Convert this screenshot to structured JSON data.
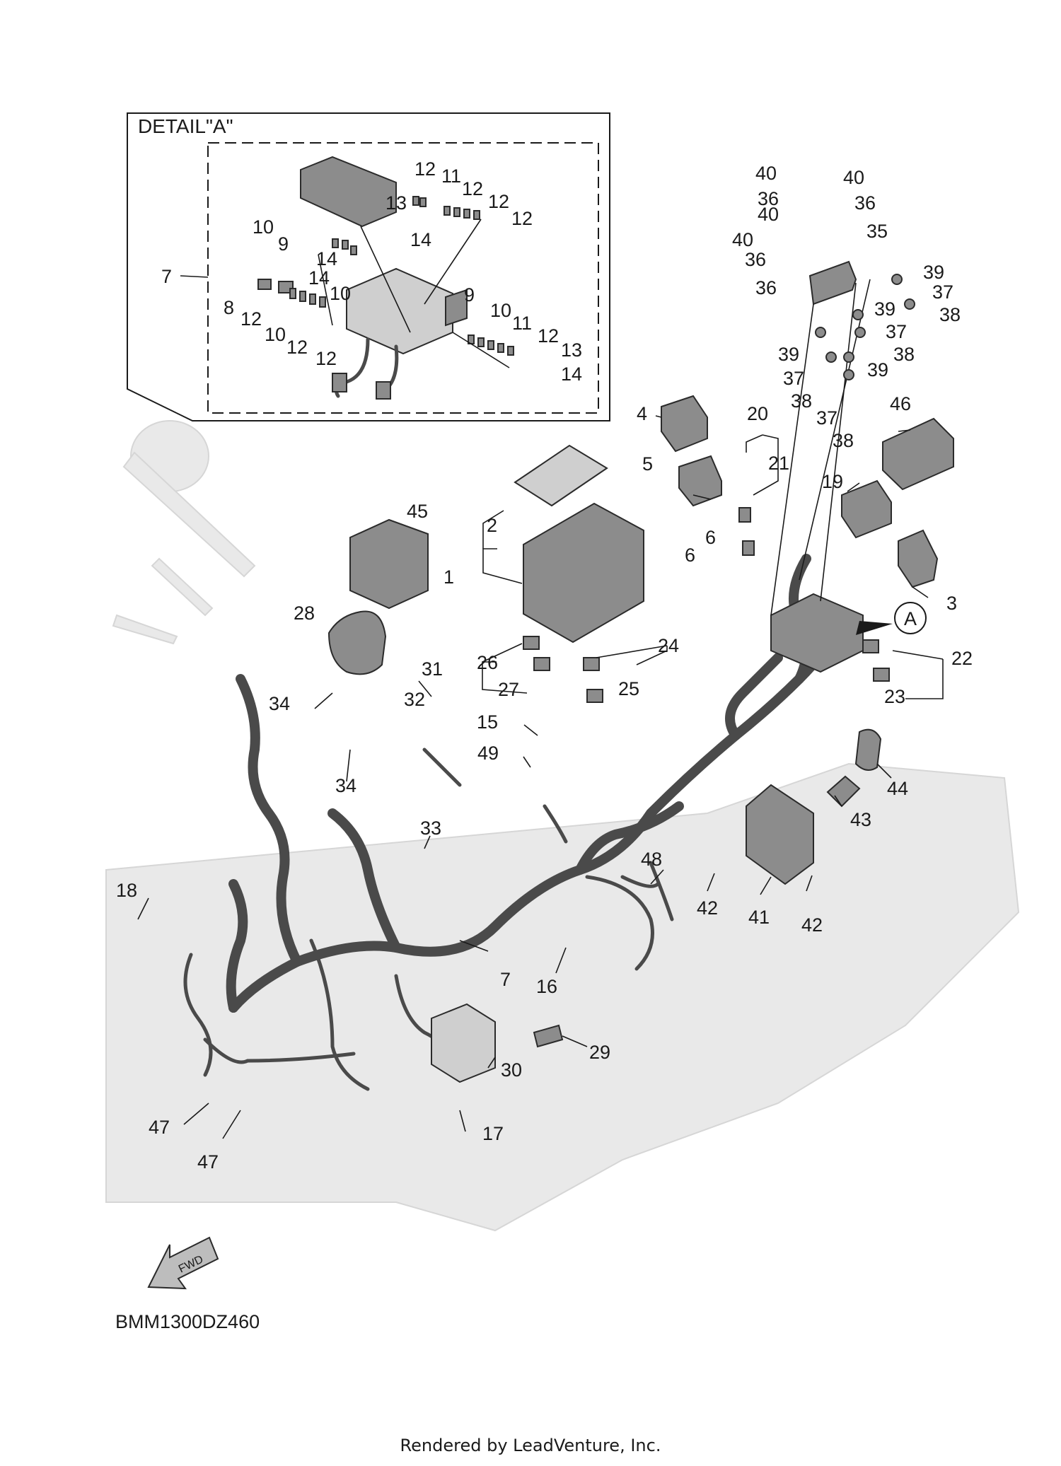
{
  "diagram": {
    "detail_title": "DETAIL\"A\"",
    "detail_marker": "A",
    "fwd_label": "FWD",
    "figure_code": "BMM1300DZ460",
    "footer": "Rendered by LeadVenture, Inc.",
    "callouts": [
      {
        "id": "c1",
        "text": "7"
      },
      {
        "id": "c2",
        "text": "12"
      },
      {
        "id": "c3",
        "text": "11"
      },
      {
        "id": "c4",
        "text": "12"
      },
      {
        "id": "c5",
        "text": "12"
      },
      {
        "id": "c6",
        "text": "12"
      },
      {
        "id": "c7",
        "text": "13"
      },
      {
        "id": "c8",
        "text": "14"
      },
      {
        "id": "c9",
        "text": "10"
      },
      {
        "id": "c10",
        "text": "9"
      },
      {
        "id": "c11",
        "text": "14"
      },
      {
        "id": "c12",
        "text": "14"
      },
      {
        "id": "c13",
        "text": "10"
      },
      {
        "id": "c14",
        "text": "8"
      },
      {
        "id": "c15",
        "text": "12"
      },
      {
        "id": "c16",
        "text": "10"
      },
      {
        "id": "c17",
        "text": "12"
      },
      {
        "id": "c18",
        "text": "12"
      },
      {
        "id": "c19",
        "text": "9"
      },
      {
        "id": "c20",
        "text": "10"
      },
      {
        "id": "c21",
        "text": "11"
      },
      {
        "id": "c22",
        "text": "12"
      },
      {
        "id": "c23",
        "text": "13"
      },
      {
        "id": "c24",
        "text": "14"
      },
      {
        "id": "c25",
        "text": "40"
      },
      {
        "id": "c26",
        "text": "40"
      },
      {
        "id": "c27",
        "text": "36"
      },
      {
        "id": "c28",
        "text": "36"
      },
      {
        "id": "c29",
        "text": "40"
      },
      {
        "id": "c30",
        "text": "35"
      },
      {
        "id": "c31",
        "text": "40"
      },
      {
        "id": "c32",
        "text": "36"
      },
      {
        "id": "c33",
        "text": "39"
      },
      {
        "id": "c34",
        "text": "36"
      },
      {
        "id": "c35",
        "text": "37"
      },
      {
        "id": "c36",
        "text": "38"
      },
      {
        "id": "c37",
        "text": "39"
      },
      {
        "id": "c38",
        "text": "37"
      },
      {
        "id": "c39",
        "text": "39"
      },
      {
        "id": "c40",
        "text": "38"
      },
      {
        "id": "c41",
        "text": "37"
      },
      {
        "id": "c42",
        "text": "39"
      },
      {
        "id": "c43",
        "text": "38"
      },
      {
        "id": "c44",
        "text": "37"
      },
      {
        "id": "c45",
        "text": "38"
      },
      {
        "id": "c46",
        "text": "4"
      },
      {
        "id": "c47",
        "text": "20"
      },
      {
        "id": "c48",
        "text": "46"
      },
      {
        "id": "c49",
        "text": "5"
      },
      {
        "id": "c50",
        "text": "21"
      },
      {
        "id": "c51",
        "text": "19"
      },
      {
        "id": "c52",
        "text": "45"
      },
      {
        "id": "c53",
        "text": "2"
      },
      {
        "id": "c54",
        "text": "6"
      },
      {
        "id": "c55",
        "text": "6"
      },
      {
        "id": "c56",
        "text": "1"
      },
      {
        "id": "c57",
        "text": "3"
      },
      {
        "id": "c58",
        "text": "28"
      },
      {
        "id": "c59",
        "text": "24"
      },
      {
        "id": "c60",
        "text": "22"
      },
      {
        "id": "c61",
        "text": "26"
      },
      {
        "id": "c62",
        "text": "31"
      },
      {
        "id": "c63",
        "text": "27"
      },
      {
        "id": "c64",
        "text": "25"
      },
      {
        "id": "c65",
        "text": "23"
      },
      {
        "id": "c66",
        "text": "34"
      },
      {
        "id": "c67",
        "text": "32"
      },
      {
        "id": "c68",
        "text": "15"
      },
      {
        "id": "c69",
        "text": "49"
      },
      {
        "id": "c70",
        "text": "34"
      },
      {
        "id": "c71",
        "text": "44"
      },
      {
        "id": "c72",
        "text": "33"
      },
      {
        "id": "c73",
        "text": "43"
      },
      {
        "id": "c74",
        "text": "18"
      },
      {
        "id": "c75",
        "text": "48"
      },
      {
        "id": "c76",
        "text": "42"
      },
      {
        "id": "c77",
        "text": "41"
      },
      {
        "id": "c78",
        "text": "42"
      },
      {
        "id": "c79",
        "text": "7"
      },
      {
        "id": "c80",
        "text": "16"
      },
      {
        "id": "c81",
        "text": "29"
      },
      {
        "id": "c82",
        "text": "30"
      },
      {
        "id": "c83",
        "text": "47"
      },
      {
        "id": "c84",
        "text": "17"
      },
      {
        "id": "c85",
        "text": "47"
      }
    ]
  }
}
